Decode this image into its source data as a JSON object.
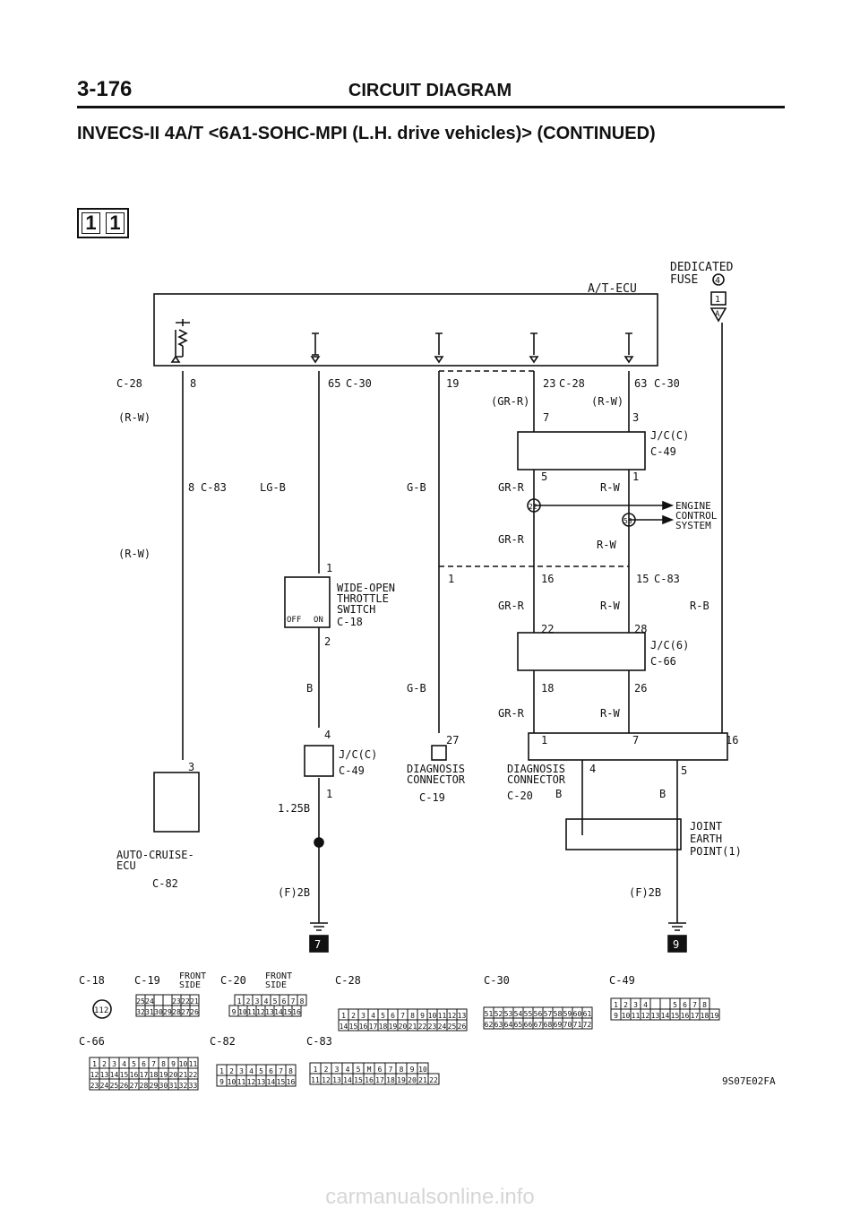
{
  "header": {
    "page_number": "3-176",
    "page_title": "CIRCUIT DIAGRAM",
    "subtitle": "INVECS-II 4A/T <6A1-SOHC-MPI (L.H. drive vehicles)> (CONTINUED)"
  },
  "sheet": {
    "digits": [
      "1",
      "1"
    ]
  },
  "labels": {
    "ecu": "A/T-ECU",
    "fuse1": "DEDICATED",
    "fuse2": "FUSE",
    "fuse_num": "4",
    "fuse_box": "1",
    "fuse_tri": "A",
    "p_8": "8",
    "p_65": "65",
    "p_19": "19",
    "p_23": "23",
    "p_63": "63",
    "p_7": "7",
    "p_3": "3",
    "p_5": "5",
    "p_1": "1",
    "p_83_8": "8",
    "p_tw1": "1",
    "p_tw2": "2",
    "p_tw4": "4",
    "p_tw1b": "1",
    "p_16": "16",
    "p_15": "15",
    "p_22": "22",
    "p_28": "28",
    "p_18": "18",
    "p_26": "26",
    "p_27": "27",
    "p_19_1": "1",
    "p_c20_1": "1",
    "p_c20_7": "7",
    "p_c20_16": "16",
    "p_c20_4": "4",
    "p_c20_5": "5",
    "p_ac3": "3",
    "c28": "C-28",
    "c30": "C-30",
    "c83": "C-83",
    "c18": "C-18",
    "c49": "C-49",
    "c66": "C-66",
    "c19": "C-19",
    "c20": "C-20",
    "c82": "C-82",
    "w_rw": "(R-W)",
    "w_grr": "(GR-R)",
    "w_rw2": "(R-W)",
    "lgb": "LG-B",
    "gb": "G-B",
    "grr": "GR-R",
    "rw": "R-W",
    "rb": "R-B",
    "b": "B",
    "b125": "1.25B",
    "f2b": "(F)2B",
    "jc_c": "J/C(C)",
    "jc_6": "J/C(6)",
    "jc_c2": "J/C(C)",
    "engine1": "ENGINE",
    "engine2": "CONTROL",
    "engine3": "SYSTEM",
    "n22": "22",
    "n53": "53",
    "wot1": "WIDE-OPEN",
    "wot2": "THROTTLE",
    "wot3": "SWITCH",
    "off": "OFF",
    "on": "ON",
    "diag1": "DIAGNOSIS",
    "diag2": "CONNECTOR",
    "joint1": "JOINT",
    "joint2": "EARTH",
    "joint3": "POINT(1)",
    "ac1": "AUTO-CRUISE-",
    "ac2": "ECU",
    "earth7": "7",
    "earth9": "9",
    "front1": "FRONT",
    "front2": "SIDE",
    "n112": "112",
    "code": "9S07E02FA"
  },
  "connectors": {
    "c19_top": [
      "25",
      "24",
      "",
      "",
      "23",
      "22",
      "21"
    ],
    "c19_bot": [
      "32",
      "31",
      "30",
      "29",
      "28",
      "27",
      "26"
    ],
    "c20_top": [
      "1",
      "2",
      "3",
      "4",
      "5",
      "6",
      "7",
      "8"
    ],
    "c20_bot": [
      "9",
      "10",
      "11",
      "12",
      "13",
      "14",
      "15",
      "16"
    ],
    "c28_top": [
      "1",
      "2",
      "3",
      "4",
      "5",
      "6",
      "7",
      "8",
      "9",
      "10",
      "11",
      "12",
      "13"
    ],
    "c28_bot": [
      "14",
      "15",
      "16",
      "17",
      "18",
      "19",
      "20",
      "21",
      "22",
      "23",
      "24",
      "25",
      "26"
    ],
    "c30_top": [
      "51",
      "52",
      "53",
      "54",
      "55",
      "56",
      "57",
      "58",
      "59",
      "60",
      "61"
    ],
    "c30_bot": [
      "62",
      "63",
      "64",
      "65",
      "66",
      "67",
      "68",
      "69",
      "70",
      "71",
      "72"
    ],
    "c49_top": [
      "1",
      "2",
      "3",
      "4",
      "",
      "",
      "5",
      "6",
      "7",
      "8"
    ],
    "c49_bot": [
      "9",
      "10",
      "11",
      "12",
      "13",
      "14",
      "15",
      "16",
      "17",
      "18",
      "19"
    ],
    "c66_top": [
      "1",
      "2",
      "3",
      "4",
      "5",
      "6",
      "7",
      "8",
      "9",
      "10",
      "11"
    ],
    "c66_mid": [
      "12",
      "13",
      "14",
      "15",
      "16",
      "17",
      "18",
      "19",
      "20",
      "21",
      "22"
    ],
    "c66_bot": [
      "23",
      "24",
      "25",
      "26",
      "27",
      "28",
      "29",
      "30",
      "31",
      "32",
      "33"
    ],
    "c82_top": [
      "1",
      "2",
      "3",
      "4",
      "5",
      "6",
      "7",
      "8"
    ],
    "c82_bot": [
      "9",
      "10",
      "11",
      "12",
      "13",
      "14",
      "15",
      "16"
    ],
    "c83_top": [
      "1",
      "2",
      "3",
      "4",
      "5",
      "M",
      "6",
      "7",
      "8",
      "9",
      "10"
    ],
    "c83_bot": [
      "11",
      "12",
      "13",
      "14",
      "15",
      "16",
      "17",
      "18",
      "19",
      "20",
      "21",
      "22"
    ]
  },
  "watermark": "carmanualsonline.info"
}
